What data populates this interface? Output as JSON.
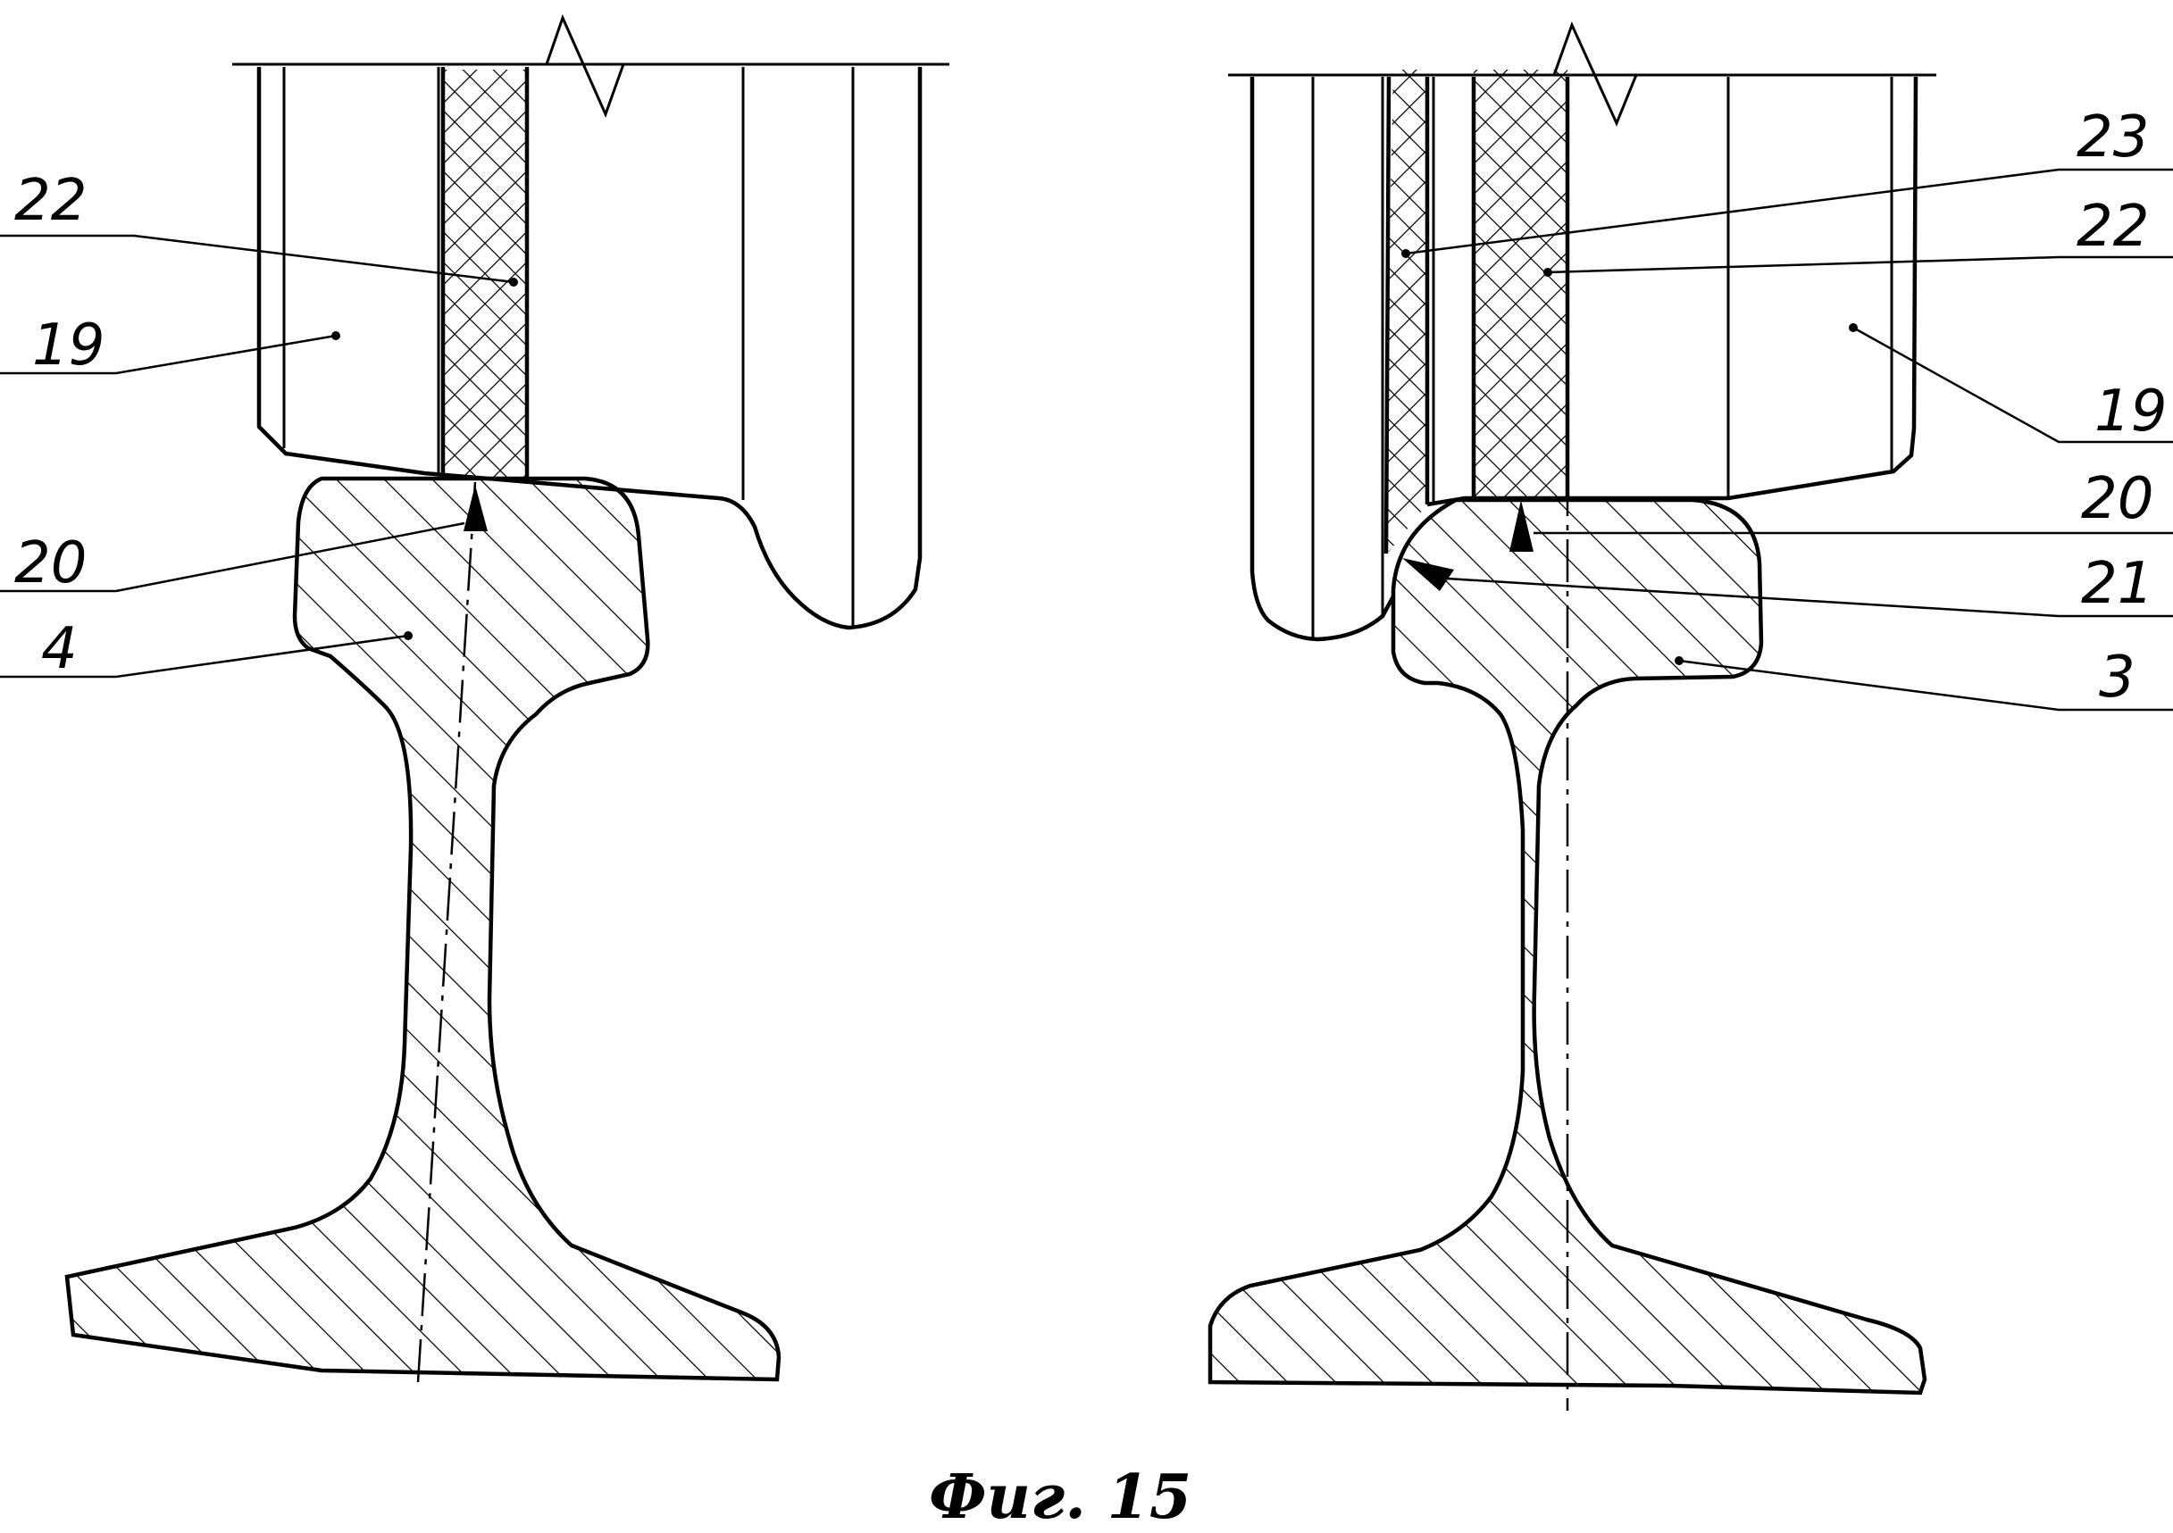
{
  "figure": {
    "caption": "Фиг. 15"
  },
  "left_view": {
    "labels": {
      "l22": "22",
      "l19": "19",
      "l20": "20",
      "l4": "4"
    }
  },
  "right_view": {
    "labels": {
      "l23": "23",
      "l22": "22",
      "l19": "19",
      "l20": "20",
      "l21": "21",
      "l3": "3"
    }
  }
}
